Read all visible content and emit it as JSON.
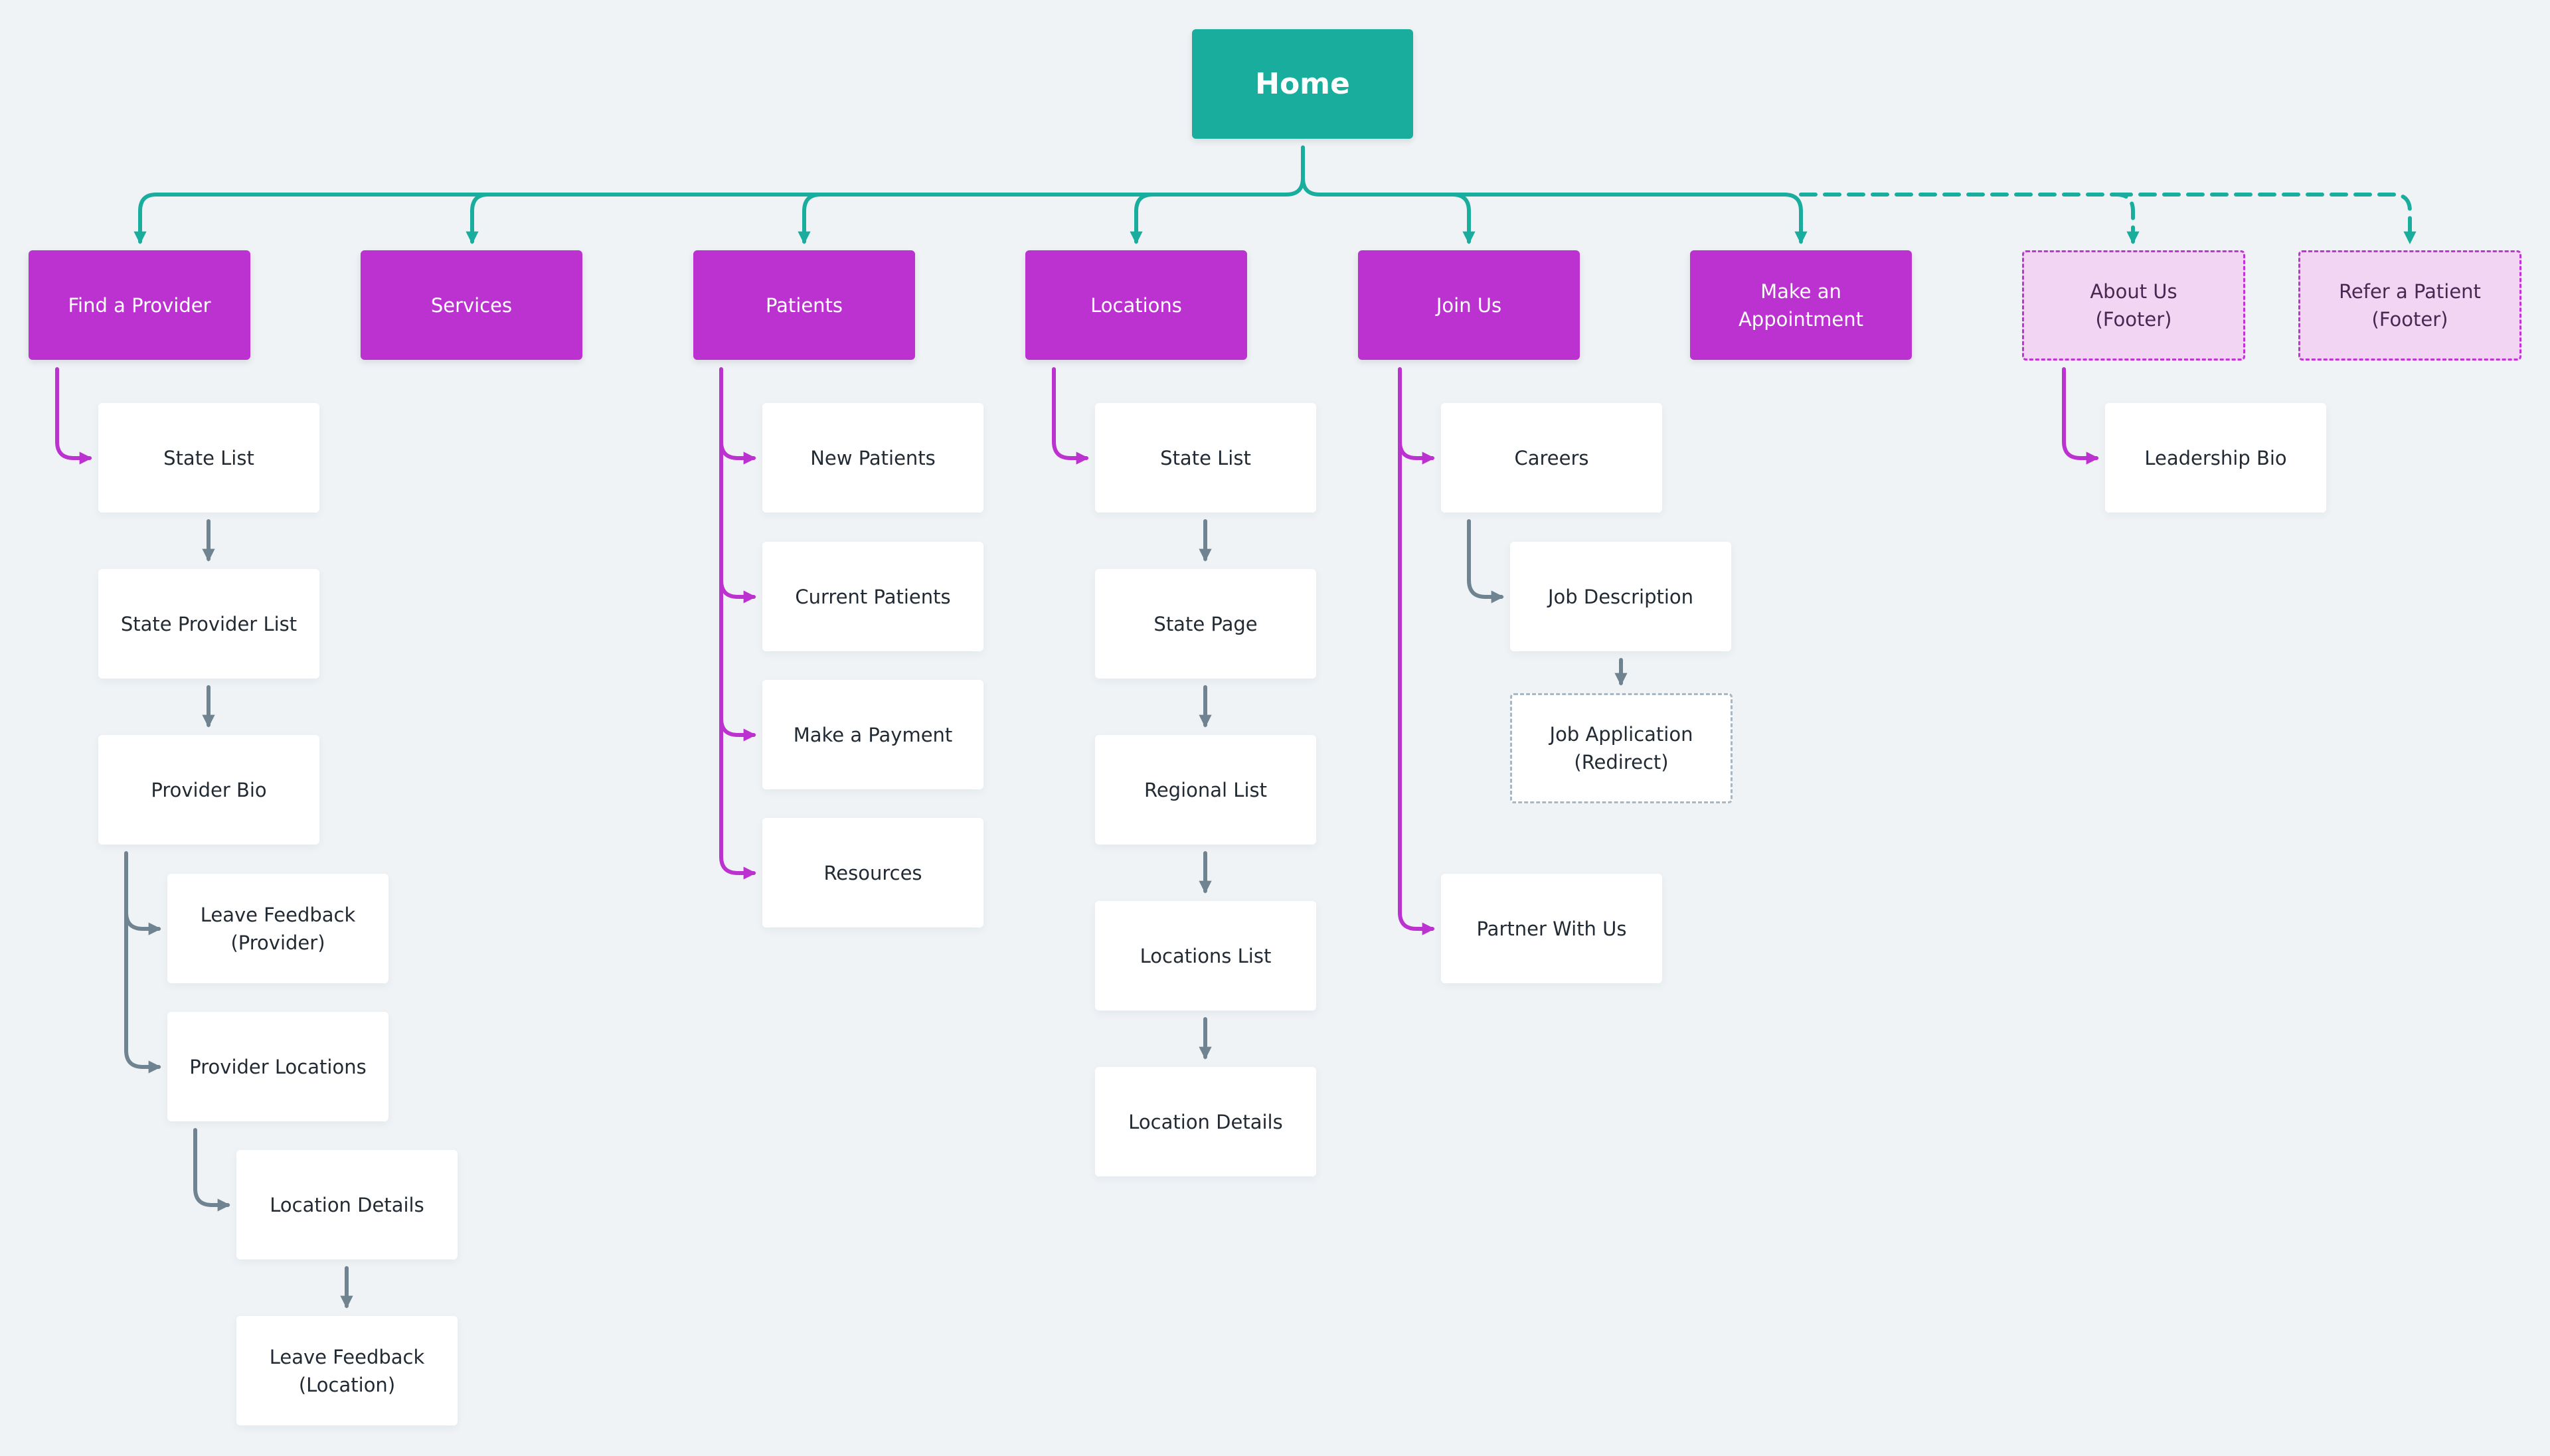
{
  "colors": {
    "background": "#eff3f6",
    "home": "#19ad9d",
    "section": "#bc32d1",
    "footer_fill": "#f1d5f3",
    "footer_border": "#bf34d3",
    "page": "#ffffff",
    "teal_connector": "#19ad9d",
    "magenta_connector": "#bc32d1",
    "gray_connector": "#6f8391",
    "redirect_border": "#a9b7c2"
  },
  "home": {
    "label": "Home"
  },
  "sections": [
    {
      "id": "find",
      "label": "Find a Provider"
    },
    {
      "id": "services",
      "label": "Services"
    },
    {
      "id": "patients",
      "label": "Patients"
    },
    {
      "id": "locations",
      "label": "Locations"
    },
    {
      "id": "join",
      "label": "Join Us"
    },
    {
      "id": "appointment",
      "label": "Make an\nAppointment"
    },
    {
      "id": "about",
      "label": "About Us\n(Footer)"
    },
    {
      "id": "refer",
      "label": "Refer a Patient\n(Footer)"
    }
  ],
  "pages": {
    "find_state_list": "State List",
    "find_state_provider_list": "State Provider List",
    "find_provider_bio": "Provider Bio",
    "find_leave_feedback_provider": "Leave Feedback\n(Provider)",
    "find_provider_locations": "Provider Locations",
    "find_location_details": "Location Details",
    "find_leave_feedback_location": "Leave Feedback\n(Location)",
    "patients_new": "New Patients",
    "patients_current": "Current Patients",
    "patients_payment": "Make a Payment",
    "patients_resources": "Resources",
    "loc_state_list": "State List",
    "loc_state_page": "State Page",
    "loc_regional_list": "Regional List",
    "loc_locations_list": "Locations List",
    "loc_location_details": "Location Details",
    "join_careers": "Careers",
    "join_job_description": "Job Description",
    "join_job_application": "Job Application\n(Redirect)",
    "join_partner": "Partner With Us",
    "about_leadership_bio": "Leadership Bio"
  }
}
